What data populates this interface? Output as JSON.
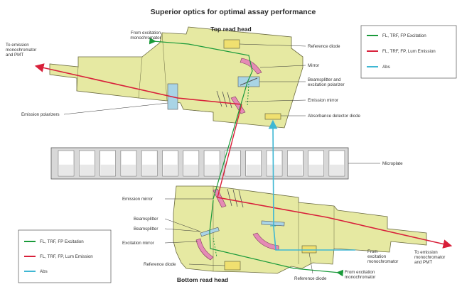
{
  "title": "Superior optics for optimal assay performance",
  "top_head": "Top read head",
  "bottom_head": "Bottom read head",
  "labels": {
    "to_emission_left_1": "To emission",
    "to_emission_left_2": "monochromator",
    "to_emission_left_3": "and PMT",
    "from_exc_top_1": "From excitation",
    "from_exc_top_2": "monochromator",
    "reference_diode_top": "Reference diode",
    "mirror_top": "Mirror",
    "beamsplitter_pol_1": "Beamsplitter and",
    "beamsplitter_pol_2": "excitation polarizer",
    "emission_mirror_top": "Emission mirror",
    "emission_polarizers": "Emission polarizers",
    "absorbance_detector": "Absorbance detector diode",
    "microplate": "Microplate",
    "emission_mirror_bottom": "Emission mirror",
    "beamsplitter_1": "Beamsplitter",
    "beamsplitter_2": "Beamsplitter",
    "excitation_mirror": "Excitation mirror",
    "reference_diode_bottom_left": "Reference diode",
    "reference_diode_bottom_right": "Reference diode",
    "from_exc_mid_1": "From",
    "from_exc_mid_2": "excitation",
    "from_exc_mid_3": "monochromator",
    "to_emission_right_1": "To emission",
    "to_emission_right_2": "monochromator",
    "to_emission_right_3": "and PMT",
    "from_exc_bottom_1": "From excitation",
    "from_exc_bottom_2": "monochromator"
  },
  "legend": [
    {
      "label": "FL, TRF, FP Excitation",
      "color": "#1a9a3a"
    },
    {
      "label": "FL, TRF, FP, Lum Emission",
      "color": "#d8203a"
    },
    {
      "label": "Abs",
      "color": "#3fb7d3"
    }
  ],
  "colors": {
    "housing": "#e6e9a2",
    "housing_stroke": "#6a6a40",
    "pink": "#e58ab5",
    "polarizer": "#a9d4e6",
    "excitation": "#1a9a3a",
    "emission": "#d8203a",
    "abs": "#3fb7d3"
  }
}
